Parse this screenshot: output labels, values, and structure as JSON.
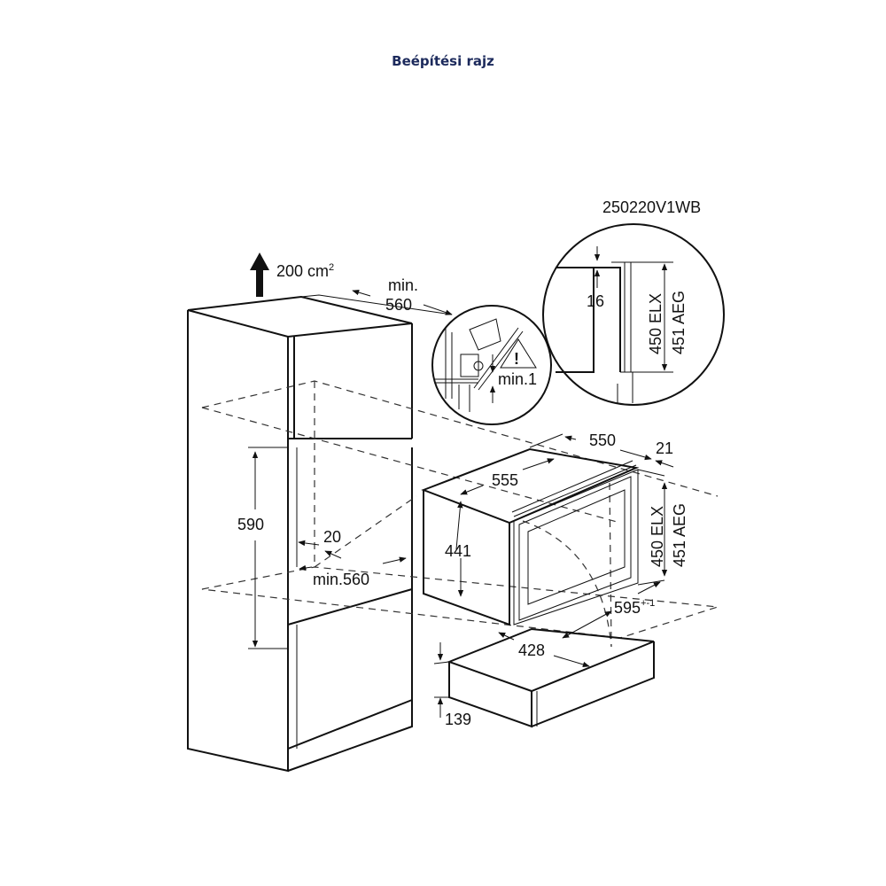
{
  "title": "Beépítési rajz",
  "drawing_code": "250220V1WB",
  "labels": {
    "ventilation": "200 cm",
    "ventilation_sup": "2",
    "min_label": "min.",
    "depth_560": "560",
    "min_1": "min.1",
    "dim_16": "16",
    "dim_450": "450 ELX",
    "dim_451": "451 AEG",
    "dim_550": "550",
    "dim_21": "21",
    "dim_555": "555",
    "dim_441": "441",
    "dim_590": "590",
    "dim_20": "20",
    "min_560": "min.560",
    "dim_595": "595",
    "dim_595_tol": "+-1",
    "dim_428": "428",
    "dim_139": "139"
  }
}
